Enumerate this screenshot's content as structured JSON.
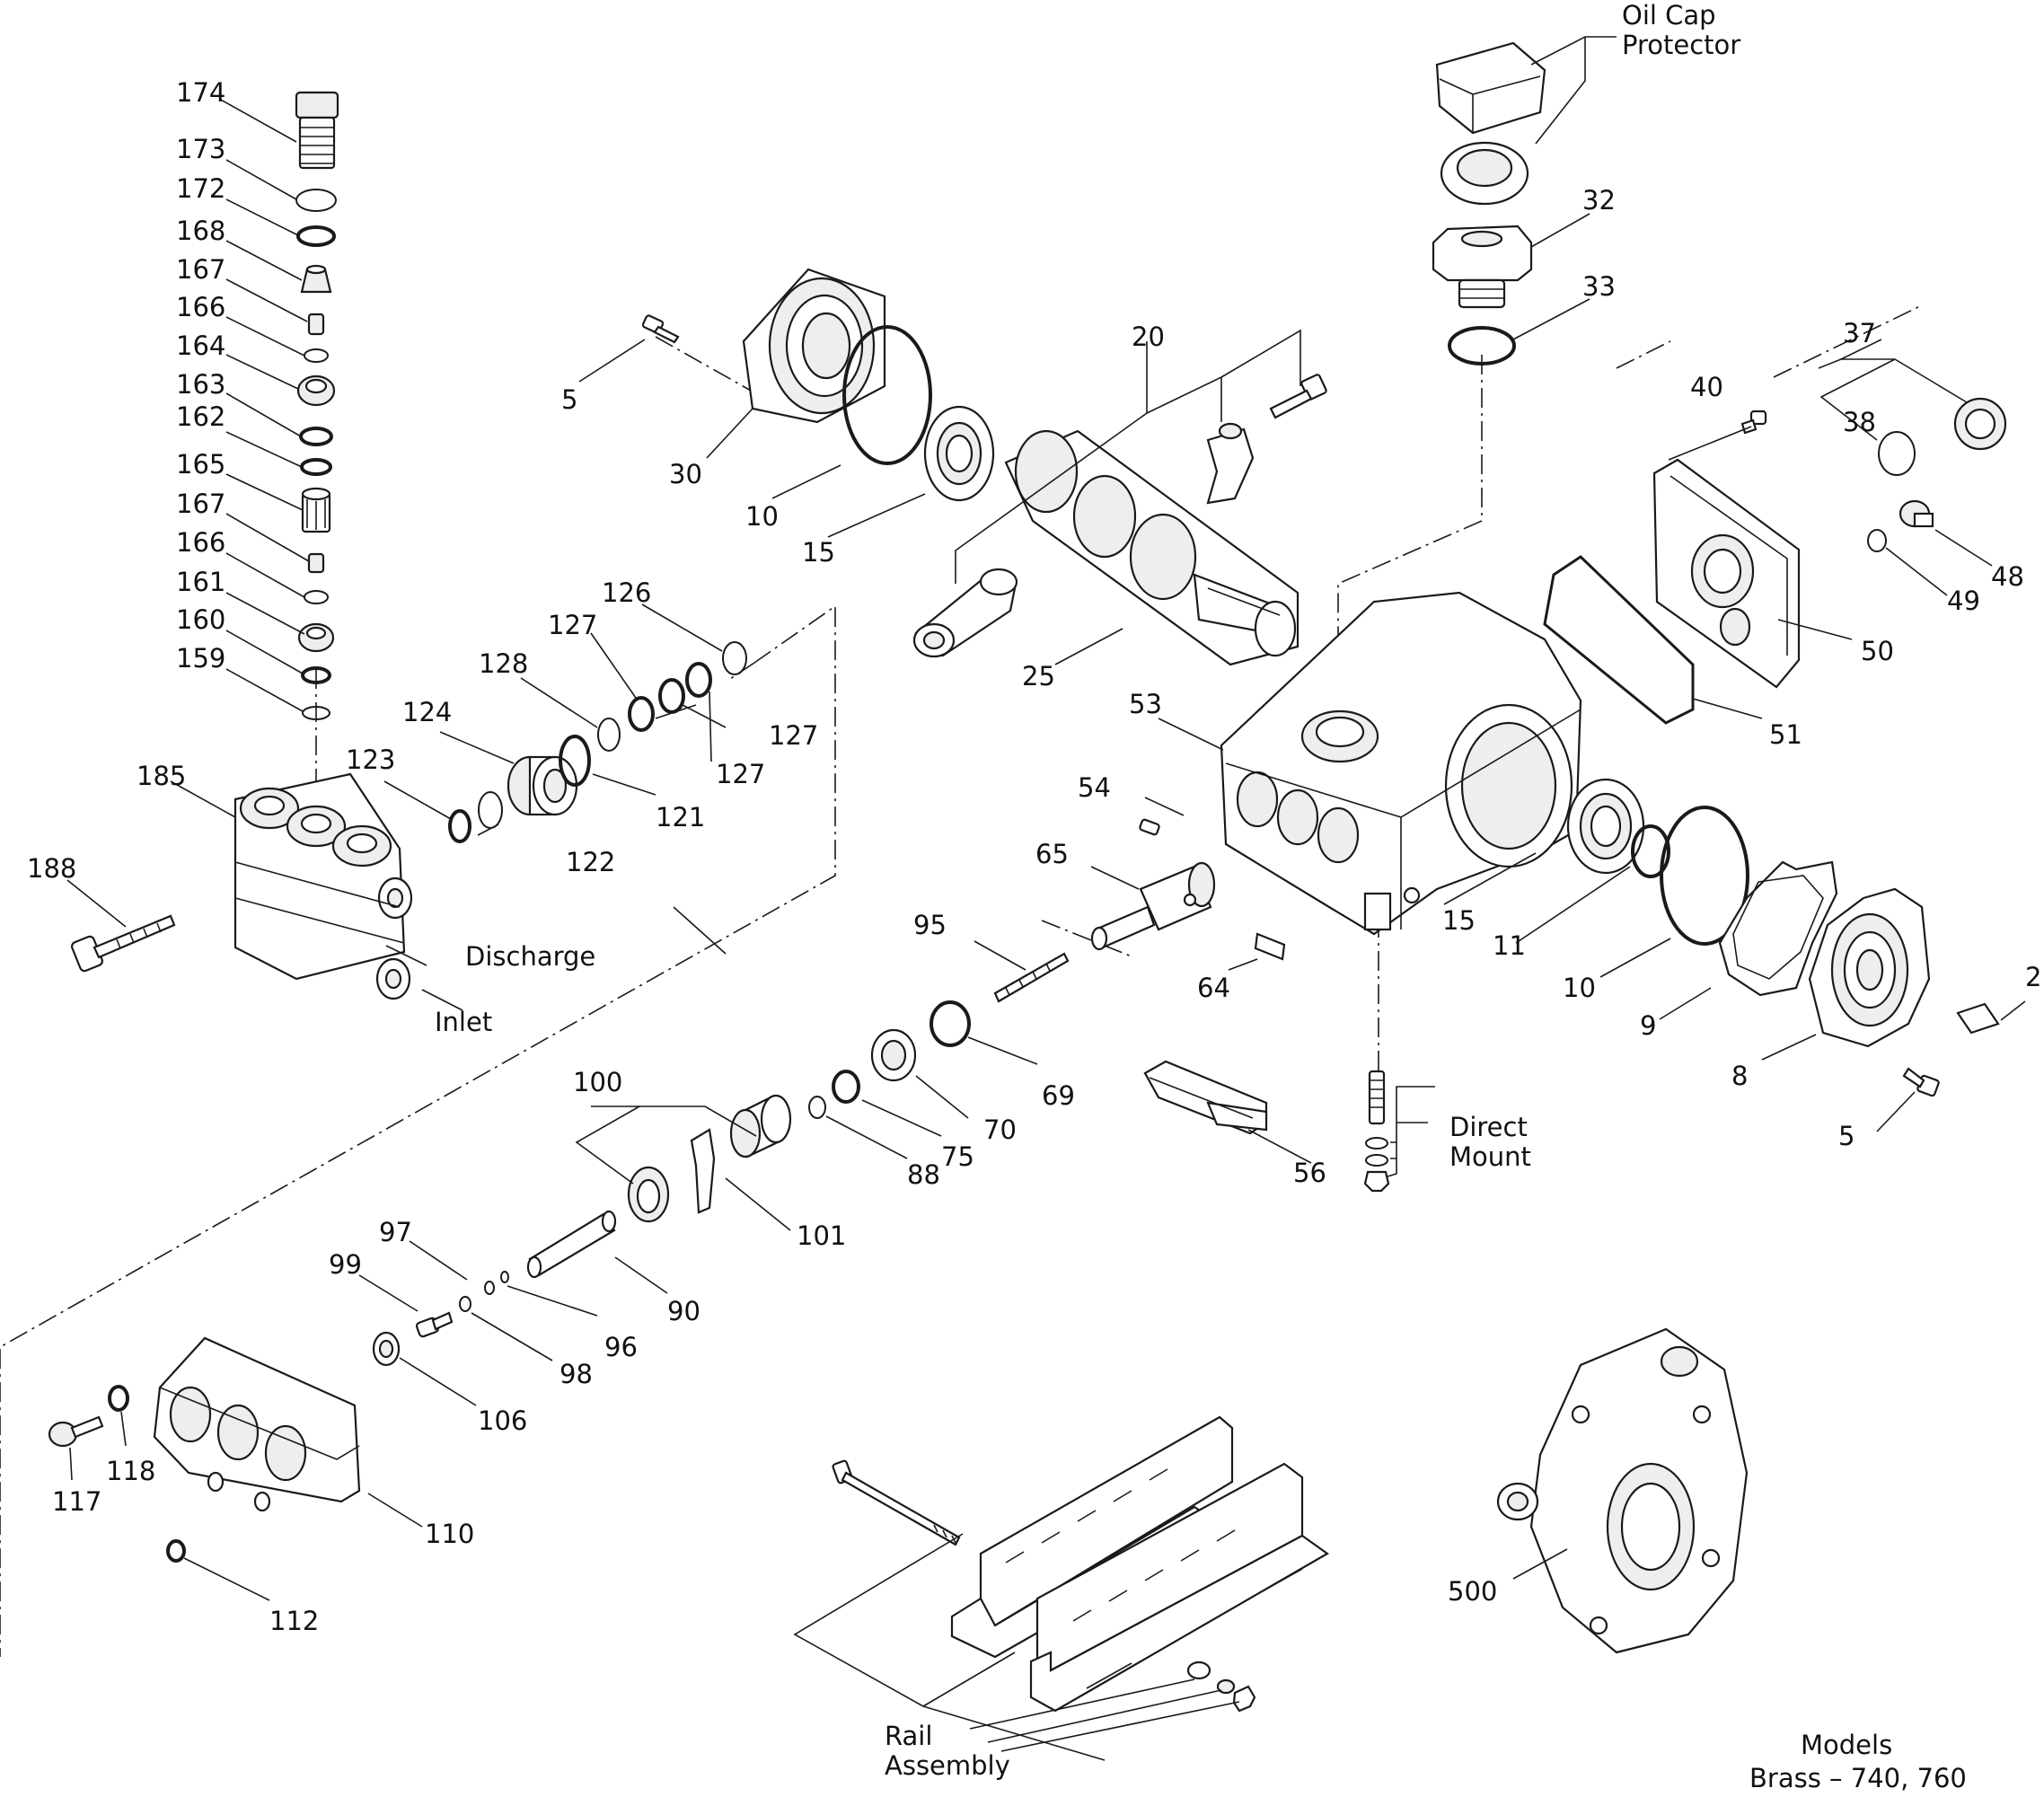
{
  "labels": {
    "n174": "174",
    "n173": "173",
    "n172": "172",
    "n168": "168",
    "n167a": "167",
    "n166a": "166",
    "n164": "164",
    "n163": "163",
    "n162": "162",
    "n165": "165",
    "n167b": "167",
    "n166b": "166",
    "n161": "161",
    "n160": "160",
    "n159": "159",
    "n185": "185",
    "n188": "188",
    "n123": "123",
    "n124": "124",
    "n128": "128",
    "n127a": "127",
    "n126": "126",
    "n127b": "127",
    "n127c": "127",
    "n121": "121",
    "n122": "122",
    "n5a": "5",
    "n30": "30",
    "n10a": "10",
    "n15a": "15",
    "n20": "20",
    "n25": "25",
    "n32": "32",
    "n33": "33",
    "n37": "37",
    "n38": "38",
    "n40": "40",
    "n48": "48",
    "n49": "49",
    "n50": "50",
    "n51": "51",
    "n53": "53",
    "n54": "54",
    "n65": "65",
    "n64": "64",
    "n15b": "15",
    "n11": "11",
    "n10b": "10",
    "n9": "9",
    "n8": "8",
    "n2": "2",
    "n5b": "5",
    "n95": "95",
    "n69": "69",
    "n70": "70",
    "n75": "75",
    "n88": "88",
    "n100": "100",
    "n101": "101",
    "n90": "90",
    "n97": "97",
    "n99": "99",
    "n96": "96",
    "n98": "98",
    "n106": "106",
    "n117": "117",
    "n118": "118",
    "n110": "110",
    "n112": "112",
    "n56": "56",
    "n500": "500"
  },
  "callouts": {
    "oil_cap_line1": "Oil Cap",
    "oil_cap_line2": "Protector",
    "discharge": "Discharge",
    "inlet": "Inlet",
    "direct_mount_line1": "Direct",
    "direct_mount_line2": "Mount",
    "rail_assembly_line1": "Rail",
    "rail_assembly_line2": "Assembly"
  },
  "models": {
    "title": "Models",
    "brass": "Brass – 740, 760"
  }
}
